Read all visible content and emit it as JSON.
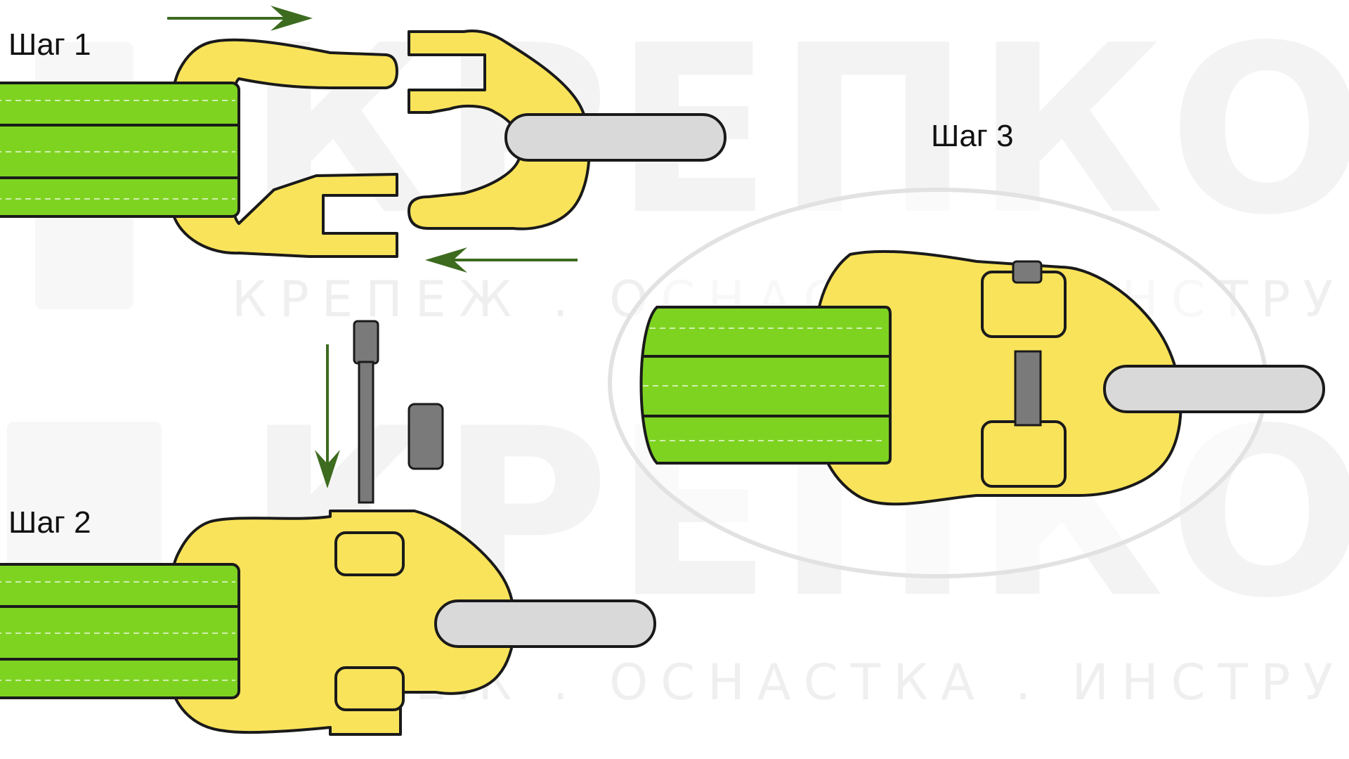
{
  "watermark": {
    "brand": "КРЕПКОМ",
    "tagline": "КРЕПЕЖ . ОСНАСТКА . ИНСТРУМЕНТ"
  },
  "steps": [
    {
      "label": "Шаг 1"
    },
    {
      "label": "Шаг 2"
    },
    {
      "label": "Шаг 3"
    }
  ],
  "colors": {
    "strap": "#7ed321",
    "coupling": "#f9e35a",
    "ring": "#d9d9d9",
    "pin": "#7a7a7a",
    "arrow": "#3d6b1f"
  }
}
